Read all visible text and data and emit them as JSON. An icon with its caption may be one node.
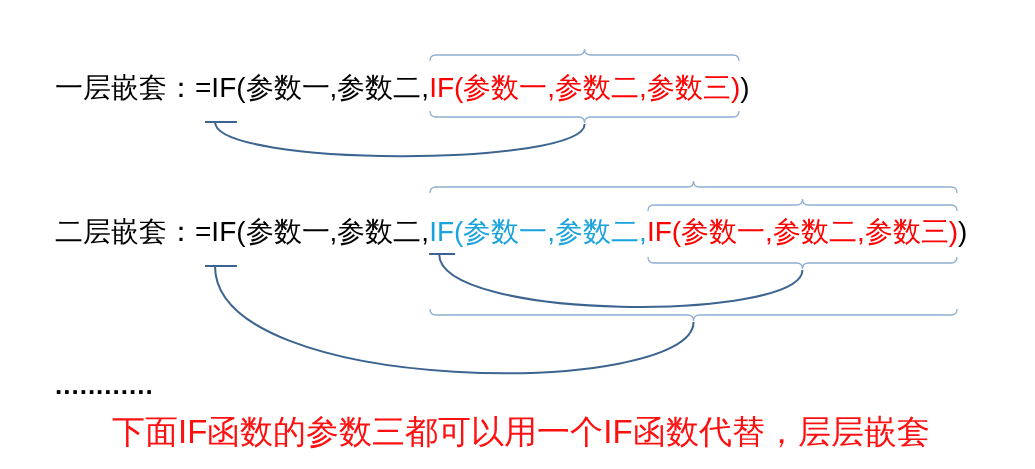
{
  "diagram": {
    "nodes": [
      {
        "text": [
          "一层嵌套：=IF(参数一,参数二,"
        ]
      },
      {
        "text": [
          "IF(参数一,参数二,参数三)"
        ]
      },
      {
        "text": [
          "二层嵌套：=IF(参数一,参数二,"
        ]
      },
      {
        "text": [
          "IF(参数一,参数二,"
        ]
      },
      {
        "text": [
          "IF(参数一,参数二,参数三)"
        ],
        "in": 3
      }
    ],
    "edges": [
      {
        "from": 1,
        "to": 0,
        "arrow": "none"
      },
      {
        "from": 4,
        "to": 3,
        "arrow": "none"
      },
      {
        "from": 3,
        "to": 2,
        "arrow": "none"
      }
    ],
    "labels": [
      ")",
      ")",
      "............",
      "下面IF函数的参数三都可以用一个IF函数代替，层层嵌套"
    ]
  }
}
